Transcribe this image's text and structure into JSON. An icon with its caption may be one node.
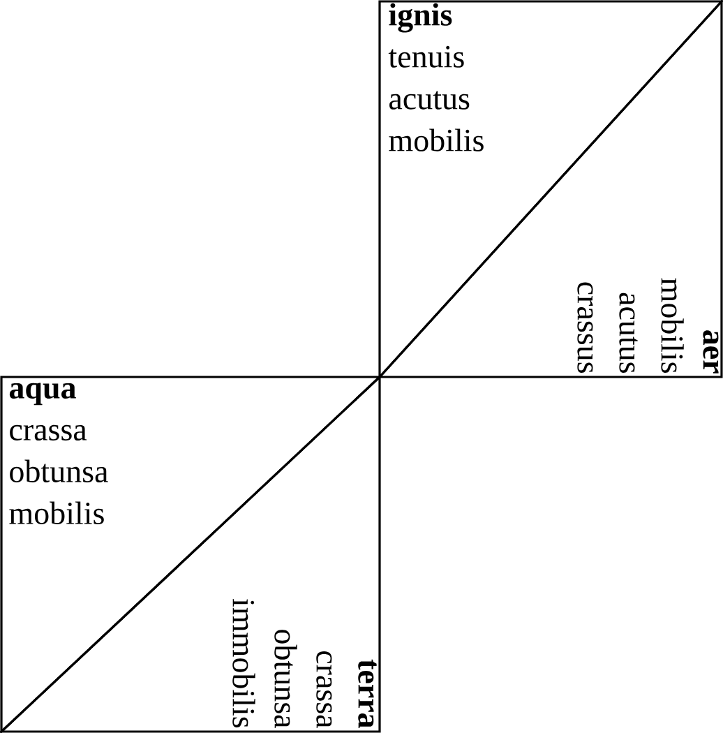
{
  "diagram": {
    "nodes": [
      {
        "text": [
          "ignis",
          "tenuis",
          "acutus",
          "mobilis"
        ]
      },
      {
        "text": [
          "aer",
          "mobilis",
          "acutus",
          "crassus"
        ]
      },
      {
        "text": [
          "aqua",
          "crassa",
          "obtunsa",
          "mobilis"
        ]
      },
      {
        "text": [
          "terra",
          "crassa",
          "obtunsa",
          "immobilis"
        ]
      }
    ]
  }
}
